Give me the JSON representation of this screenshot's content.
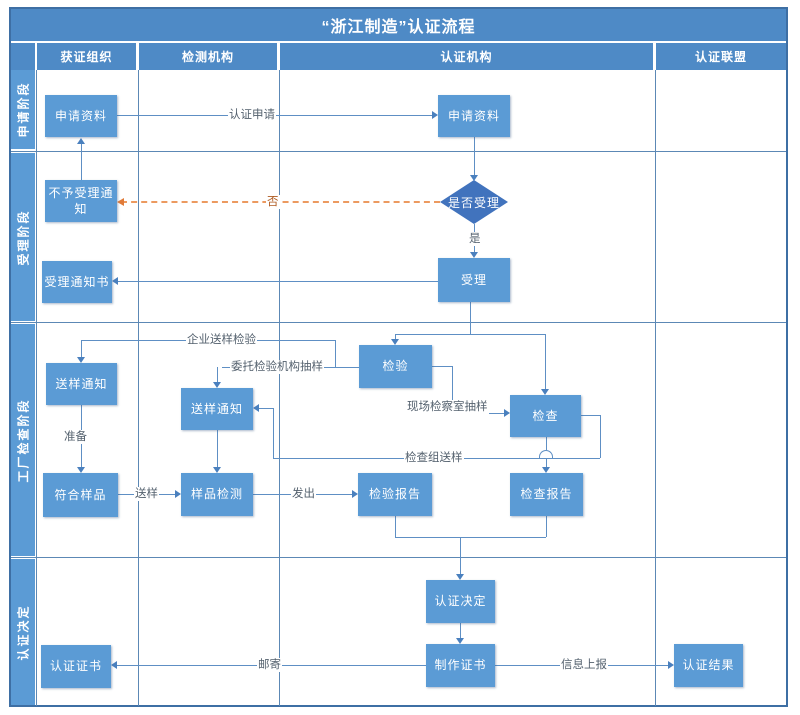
{
  "title": "“浙江制造”认证流程",
  "columns": [
    "获证组织",
    "检测机构",
    "认证机构",
    "认证联盟"
  ],
  "lanes": [
    "申请阶段",
    "受理阶段",
    "工厂检查阶段",
    "认证决定"
  ],
  "nodes": {
    "application_materials_org": "申请资料",
    "application_materials_cb": "申请资料",
    "rejection_notice": "不予受理通知",
    "accept_decision": "是否受理",
    "acceptance_notice": "受理通知书",
    "accept": "受理",
    "inspection": "检验",
    "sample_notice_org": "送样通知",
    "sample_notice_lab": "送样通知",
    "check": "检查",
    "conforming_sample": "符合样品",
    "sample_testing": "样品检测",
    "inspection_report": "检验报告",
    "check_report": "检查报告",
    "certification_decision": "认证决定",
    "make_certificate": "制作证书",
    "certification_certificate": "认证证书",
    "certification_result": "认证结果"
  },
  "edge_labels": {
    "certification_apply": "认证申请",
    "no": "否",
    "yes": "是",
    "enterprise_sample_inspection": "企业送样检验",
    "entrust_lab_sampling": "委托检验机构抽样",
    "onsite_room_sampling": "现场检察室抽样",
    "check_team_sample": "检查组送样",
    "prepare": "准备",
    "send_sample": "送样",
    "issue": "发出",
    "mail": "邮寄",
    "info_report": "信息上报"
  },
  "colors": {
    "title_bar": "#4E8AC6",
    "header_fill": "#4E8AC6",
    "node_fill": "#5B9BD5",
    "diamond_fill": "#4173BD",
    "lane_fill": "#5B9BD5",
    "connector_line": "#5E8FC4",
    "grid_line": "#5C88B5",
    "outer_border": "#3E6FA4",
    "dashed_orange": "#EC9A60",
    "orange_label_text": "#AF5B22",
    "edge_label_text": "#54616E"
  }
}
